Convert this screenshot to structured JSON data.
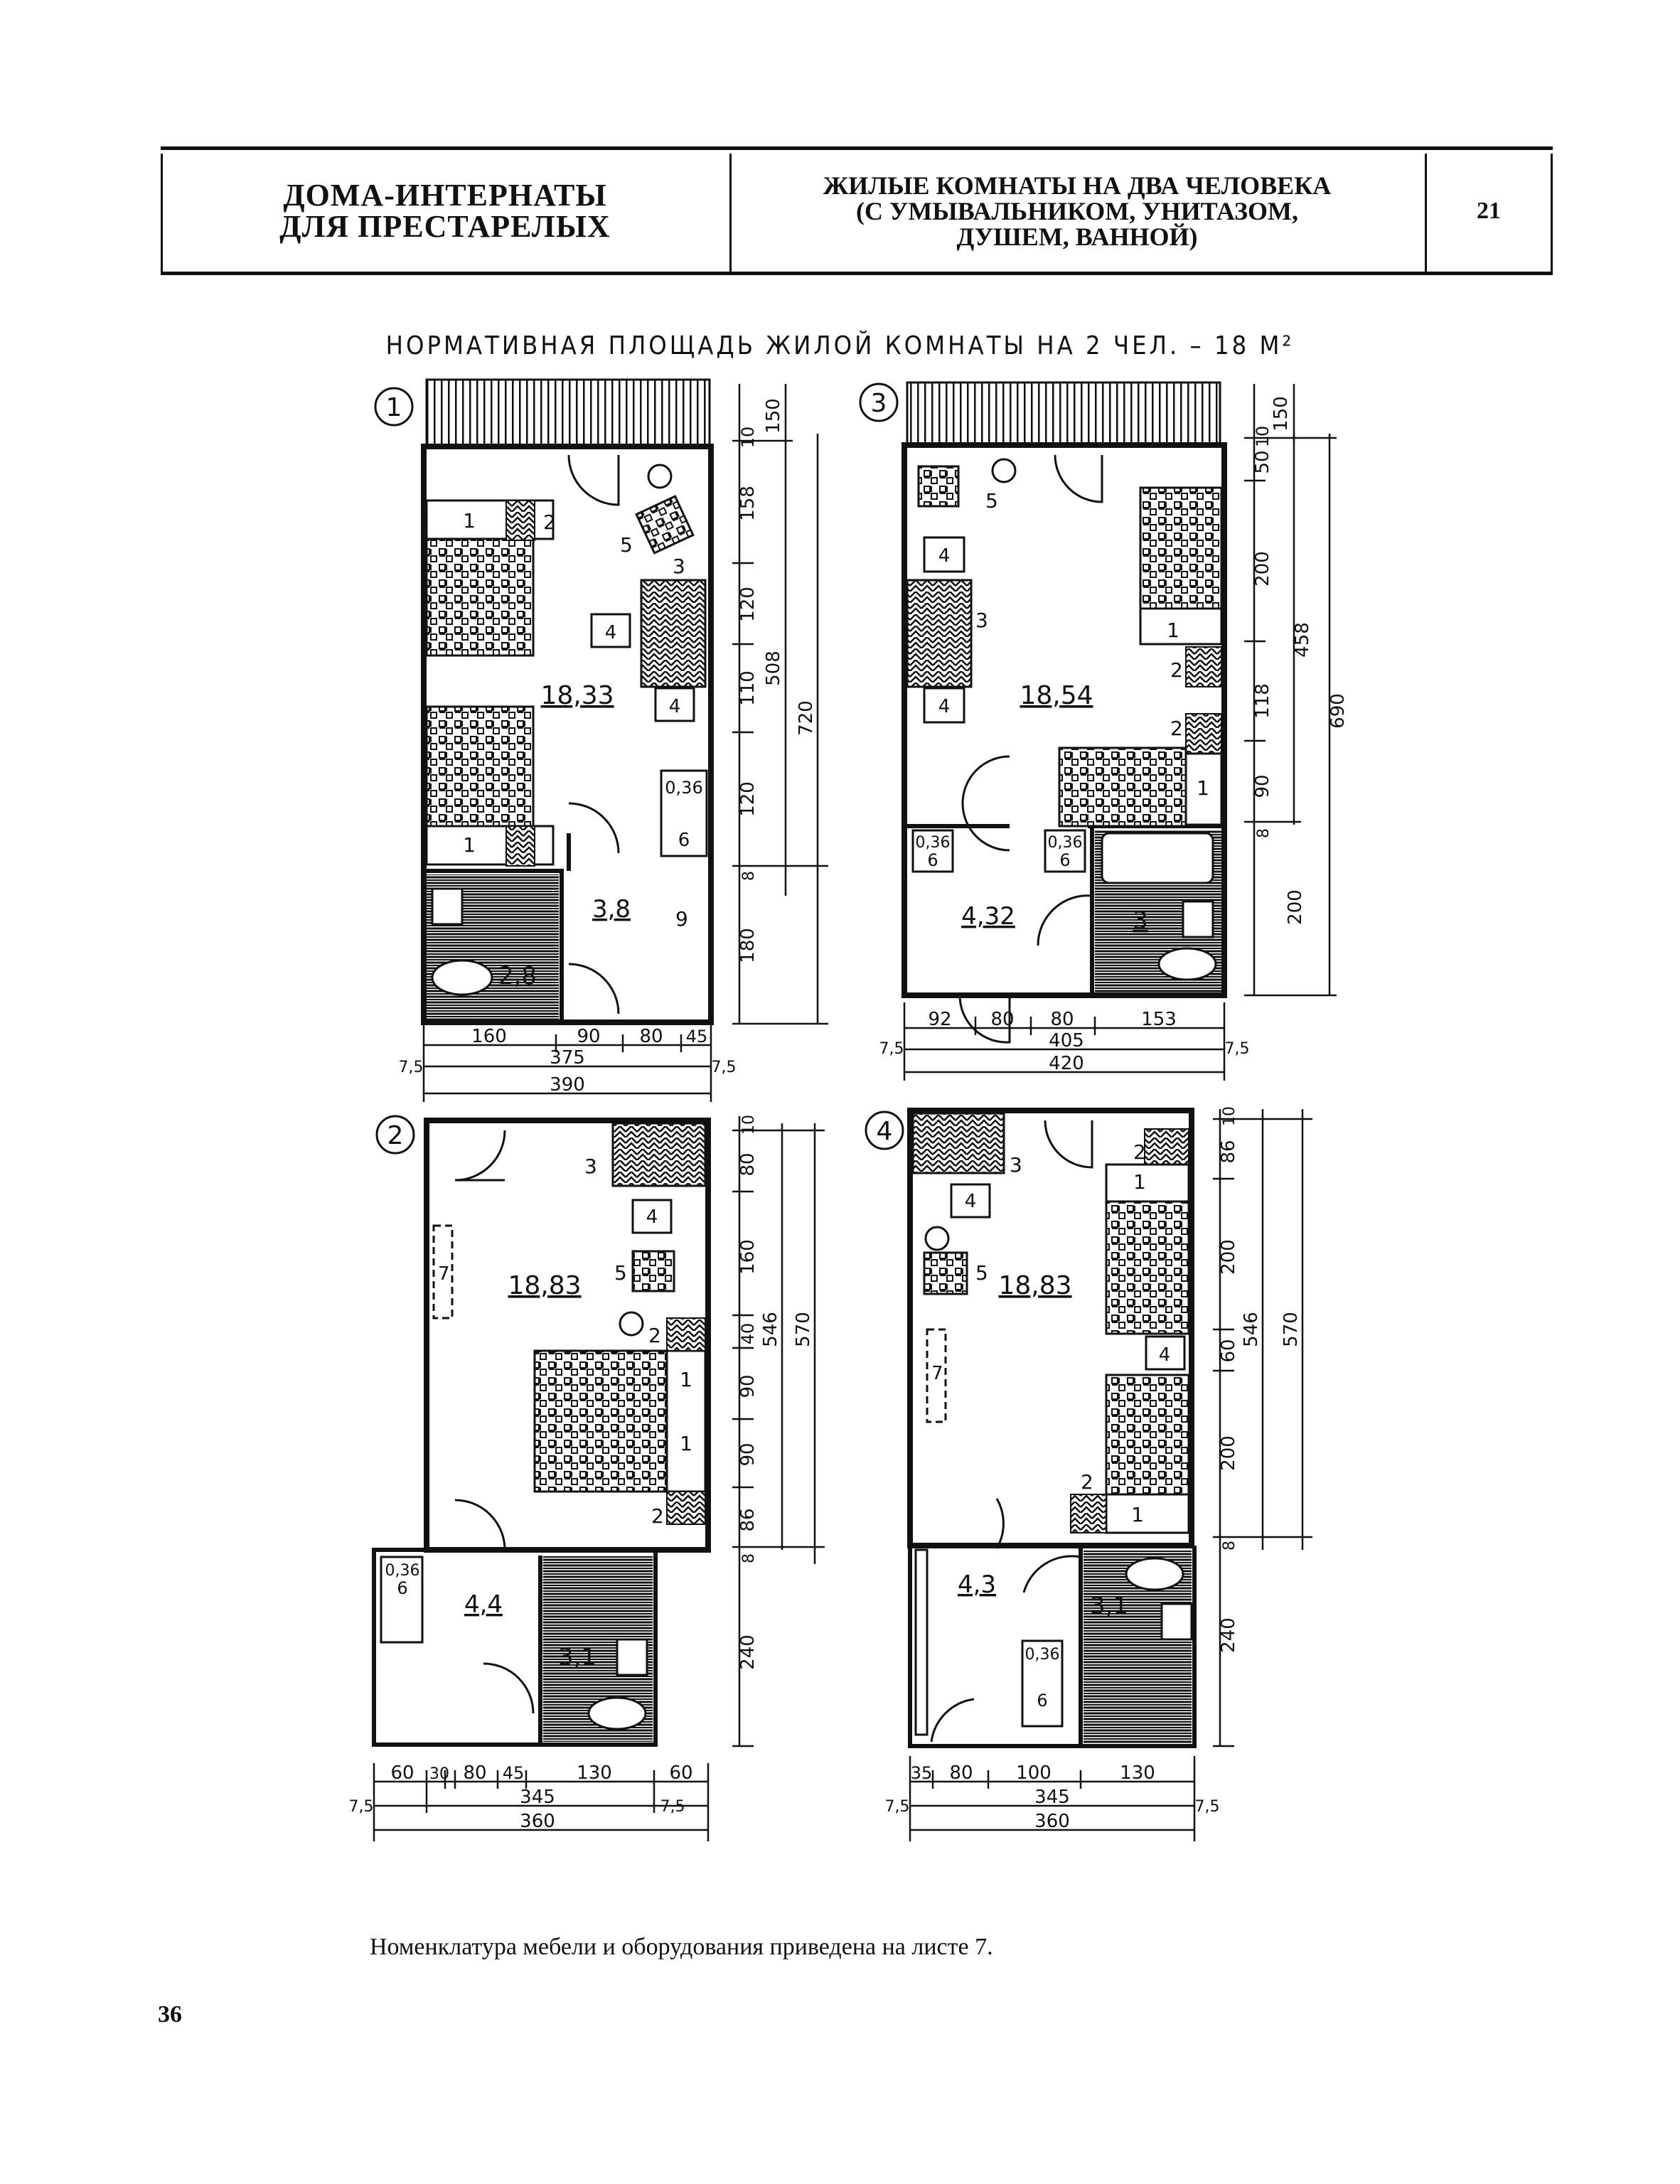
{
  "header": {
    "left_title_line1": "ДОМА-ИНТЕРНАТЫ",
    "left_title_line2": "ДЛЯ ПРЕСТАРЕЛЫХ",
    "middle_title_line1": "ЖИЛЫЕ КОМНАТЫ НА ДВА ЧЕЛОВЕКА",
    "middle_title_line2": "(С УМЫВАЛЬНИКОМ, УНИТАЗОМ,",
    "middle_title_line3": "ДУШЕМ, ВАННОЙ)",
    "sheet_number": "21"
  },
  "subtitle": "НОРМАТИВНАЯ ПЛОЩАДЬ ЖИЛОЙ КОМНАТЫ НА 2 ЧЕЛ. – 18 М²",
  "plans": [
    {
      "number": "1",
      "room_area": "18,33",
      "hall_area": "3,8",
      "bath_area": "2,8",
      "furniture_labels": [
        "1",
        "2",
        "5",
        "3",
        "4",
        "4",
        "0,36",
        "6",
        "1",
        "9"
      ],
      "dims_right_inner": [
        "150",
        "10",
        "158",
        "120",
        "110",
        "120",
        "8",
        "180"
      ],
      "dims_right_outer": [
        "508",
        "720"
      ],
      "dims_bottom_row1": [
        "160",
        "90",
        "80",
        "45"
      ],
      "dims_bottom_row2": [
        "7,5",
        "375",
        "7,5"
      ],
      "dims_bottom_total": "390"
    },
    {
      "number": "3",
      "room_area": "18,54",
      "hall_area": "4,32",
      "bath_area": "3",
      "furniture_labels": [
        "5",
        "4",
        "3",
        "4",
        "1",
        "2",
        "2",
        "1",
        "0,36",
        "6",
        "0,36",
        "6"
      ],
      "dims_right_inner": [
        "150",
        "10",
        "50",
        "200",
        "118",
        "90",
        "8",
        "200"
      ],
      "dims_right_outer": [
        "458",
        "690"
      ],
      "dims_bottom_row1": [
        "92",
        "80",
        "80",
        "153"
      ],
      "dims_bottom_row2": [
        "7,5",
        "405",
        "7,5"
      ],
      "dims_bottom_total": "420"
    },
    {
      "number": "2",
      "room_area": "18,83",
      "hall_area": "4,4",
      "bath_area": "3,1",
      "furniture_labels": [
        "3",
        "4",
        "7",
        "5",
        "2",
        "1",
        "1",
        "2",
        "0,36",
        "6"
      ],
      "dims_right_inner": [
        "10",
        "80",
        "160",
        "40",
        "90",
        "90",
        "86",
        "8",
        "240"
      ],
      "dims_right_outer": [
        "546",
        "570"
      ],
      "dims_bottom_row1": [
        "60",
        "30",
        "80",
        "45",
        "130",
        "60"
      ],
      "dims_bottom_row2": [
        "7,5",
        "345",
        "7,5"
      ],
      "dims_bottom_total": "360"
    },
    {
      "number": "4",
      "room_area": "18,83",
      "hall_area": "4,3",
      "bath_area": "3,1",
      "furniture_labels": [
        "3",
        "2",
        "1",
        "4",
        "5",
        "7",
        "4",
        "2",
        "1",
        "0,36",
        "6"
      ],
      "dims_right_inner": [
        "10",
        "86",
        "200",
        "60",
        "200",
        "8",
        "240"
      ],
      "dims_right_outer": [
        "546",
        "570"
      ],
      "dims_bottom_row1": [
        "35",
        "80",
        "100",
        "130"
      ],
      "dims_bottom_row2": [
        "7,5",
        "345",
        "7,5"
      ],
      "dims_bottom_total": "360"
    }
  ],
  "footnote": "Номенклатура мебели и оборудования приведена на листе 7.",
  "page_number": "36"
}
